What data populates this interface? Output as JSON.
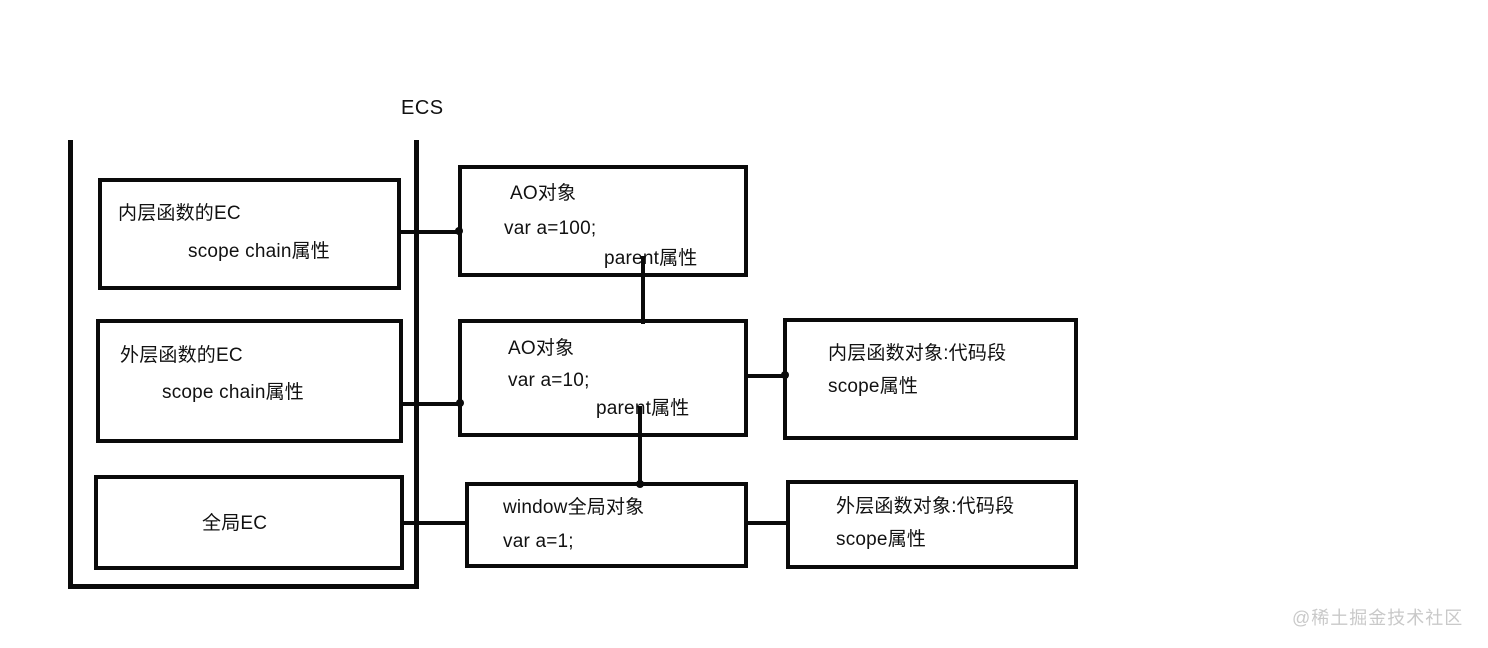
{
  "diagram": {
    "title_label": "ECS",
    "watermark": "@稀土掘金技术社区",
    "execution_context_stack": {
      "name_label": "ECS",
      "items": [
        {
          "id": "inner-function-ec",
          "line1": "内层函数的EC",
          "line2": "scope chain属性"
        },
        {
          "id": "outer-function-ec",
          "line1": "外层函数的EC",
          "line2": "scope chain属性"
        },
        {
          "id": "global-ec",
          "line1": "全局EC",
          "line2": ""
        }
      ]
    },
    "scope_objects": [
      {
        "id": "ao-inner",
        "line1": "AO对象",
        "line2": "var a=100;",
        "line3": "parent属性"
      },
      {
        "id": "ao-outer",
        "line1": "AO对象",
        "line2": "var a=10;",
        "line3": "parent属性"
      },
      {
        "id": "window-global",
        "line1": "window全局对象",
        "line2": "var a=1;",
        "line3": ""
      }
    ],
    "function_objects": [
      {
        "id": "inner-function-object",
        "line1": "内层函数对象:代码段",
        "line2": "scope属性"
      },
      {
        "id": "outer-function-object",
        "line1": "外层函数对象:代码段",
        "line2": "scope属性"
      }
    ],
    "colors": {
      "stroke": "#0a0a0a",
      "text": "#111111",
      "background": "#ffffff",
      "watermark": "#c9c9c9"
    }
  }
}
